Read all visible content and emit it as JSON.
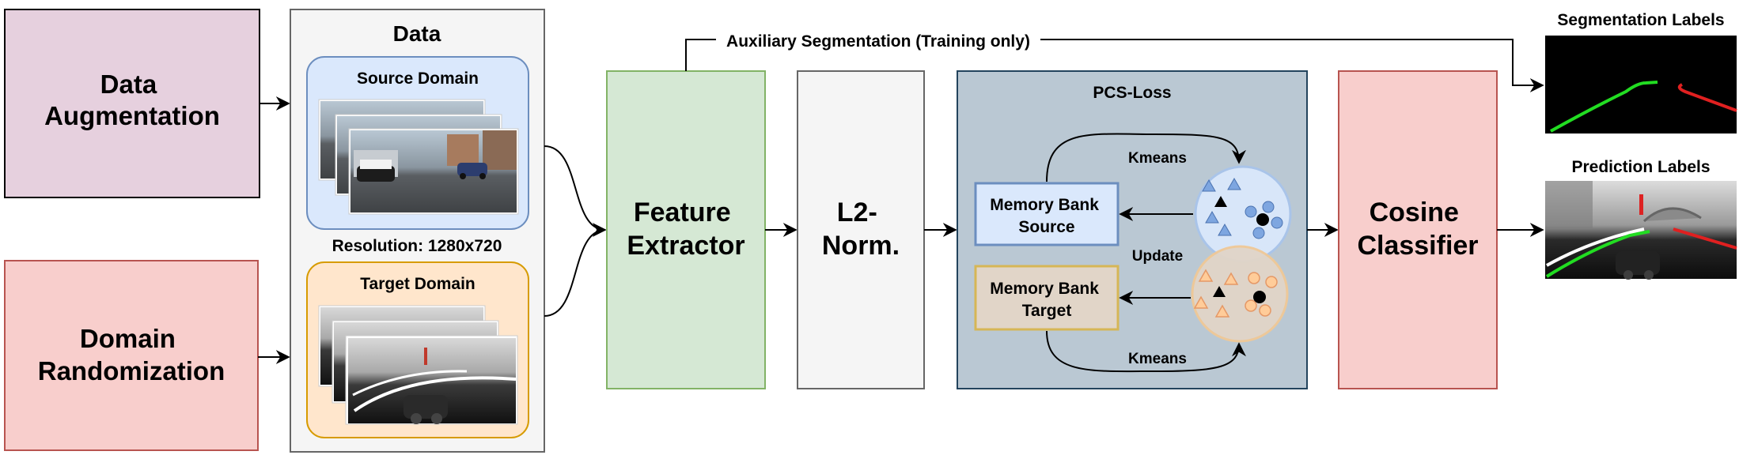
{
  "blocks": {
    "data_augmentation": "Data Augmentation",
    "domain_randomization": "Domain Randomization",
    "data": "Data",
    "source_domain": "Source Domain",
    "target_domain": "Target Domain",
    "resolution": "Resolution: 1280x720",
    "feature_extractor": "Feature Extractor",
    "l2_norm": "L2- Norm.",
    "pcs_loss": "PCS-Loss",
    "memory_bank_source": "Memory Bank Source",
    "memory_bank_target": "Memory Bank Target",
    "kmeans_top": "Kmeans",
    "kmeans_bottom": "Kmeans",
    "update": "Update",
    "cosine_classifier": "Cosine Classifier",
    "aux_segmentation": "Auxiliary Segmentation (Training only)",
    "segmentation_labels": "Segmentation Labels",
    "prediction_labels": "Prediction Labels"
  },
  "colors": {
    "purple_fill": "#e6d0de",
    "red_fill": "#f8cecc",
    "red_stroke": "#b85450",
    "blue_fill": "#dae8fc",
    "blue_stroke": "#6c8ebf",
    "orange_fill": "#ffe6cc",
    "orange_stroke": "#d79b00",
    "green_fill": "#d5e8d4",
    "green_stroke": "#82b366",
    "grey_fill": "#f5f5f5",
    "pcs_fill": "#bac8d3",
    "pcs_stroke": "#23445d",
    "tan_fill": "#e1d5c8",
    "tan_stroke": "#d6b656"
  }
}
